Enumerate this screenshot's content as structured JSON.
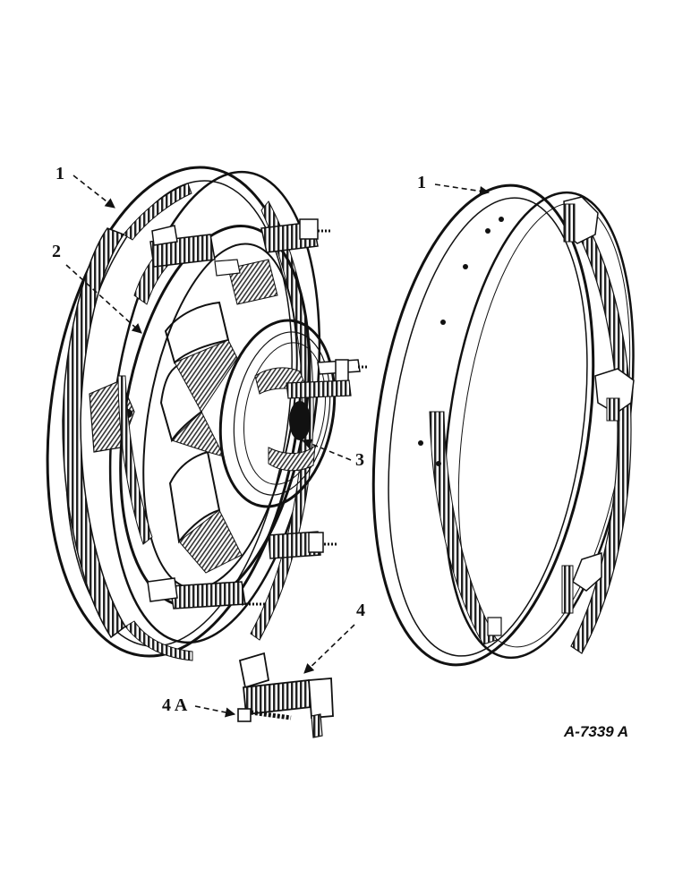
{
  "figure": {
    "callouts": {
      "left_rim": "1",
      "right_rim": "1",
      "center": "2",
      "hub": "3",
      "clamp": "4",
      "bolt": "4 A"
    },
    "figure_id": "A-7339 A"
  }
}
